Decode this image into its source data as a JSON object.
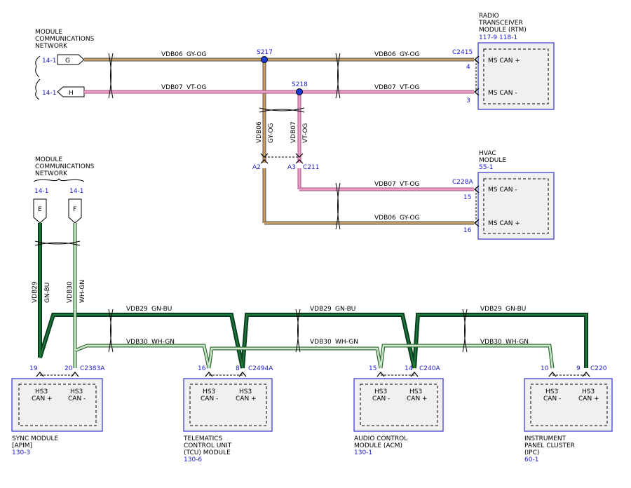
{
  "top_network": {
    "title_lines": [
      "MODULE",
      "COMMUNICATIONS",
      "NETWORK"
    ],
    "ref_g": "14-1",
    "ref_h": "14-1",
    "conn_g": "G",
    "conn_h": "H"
  },
  "bottom_network": {
    "title_lines": [
      "MODULE",
      "COMMUNICATIONS",
      "NETWORK"
    ],
    "ref_e": "14-1",
    "ref_f": "14-1",
    "conn_e": "E",
    "conn_f": "F"
  },
  "splices": {
    "s217": "S217",
    "s218": "S218"
  },
  "wires": {
    "vdb06": "VDB06",
    "gy_og": "GY-OG",
    "vdb07": "VDB07",
    "vt_og": "VT-OG",
    "vdb29": "VDB29",
    "gn_bu": "GN-BU",
    "vdb30": "VDB30",
    "wh_gn": "WH-GN"
  },
  "inline": {
    "a2": "A2",
    "a3": "A3",
    "c211": "C211"
  },
  "rtm": {
    "name_lines": [
      "RADIO",
      "TRANSCEIVER",
      "MODULE (RTM)"
    ],
    "refs": "117-9   118-1",
    "connector": "C2415",
    "pin_plus": "4",
    "pin_minus": "3",
    "label_plus": "MS CAN +",
    "label_minus": "MS CAN -"
  },
  "hvac": {
    "name_lines": [
      "HVAC",
      "MODULE"
    ],
    "ref": "55-1",
    "connector": "C228A",
    "pin_minus": "15",
    "pin_plus": "16",
    "label_minus": "MS CAN -",
    "label_plus": "MS CAN +"
  },
  "apim": {
    "name_lines": [
      "SYNC MODULE",
      "[APIM]"
    ],
    "ref": "130-3",
    "connector": "C2383A",
    "pin_plus": "19",
    "pin_minus": "20",
    "hs3": "HS3",
    "can_plus": "CAN +",
    "can_minus": "CAN -"
  },
  "tcu": {
    "name_lines": [
      "TELEMATICS",
      "CONTROL UNIT",
      "(TCU) MODULE"
    ],
    "ref": "130-6",
    "connector": "C2494A",
    "pin_minus": "16",
    "pin_plus": "8",
    "hs3": "HS3",
    "can_plus": "CAN +",
    "can_minus": "CAN -"
  },
  "acm": {
    "name_lines": [
      "AUDIO CONTROL",
      "MODULE (ACM)"
    ],
    "ref": "130-1",
    "connector": "C240A",
    "pin_minus": "15",
    "pin_plus": "14",
    "hs3": "HS3",
    "can_plus": "CAN +",
    "can_minus": "CAN -"
  },
  "ipc": {
    "name_lines": [
      "INSTRUMENT",
      "PANEL CLUSTER",
      "(IPC)"
    ],
    "ref": "60-1",
    "connector": "C220",
    "pin_minus": "10",
    "pin_plus": "9",
    "hs3": "HS3",
    "can_plus": "CAN +",
    "can_minus": "CAN -"
  },
  "colors": {
    "gy_og_wire": "#9a7a3a",
    "vt_og_wire": "#e88ab8",
    "gn_bu_wire": "#0f5a2e",
    "wh_gn_wire": "#7ab87a",
    "module_border": "#3333cc",
    "module_fill": "#f0f0f0",
    "ref_text": "#1a1acc"
  }
}
